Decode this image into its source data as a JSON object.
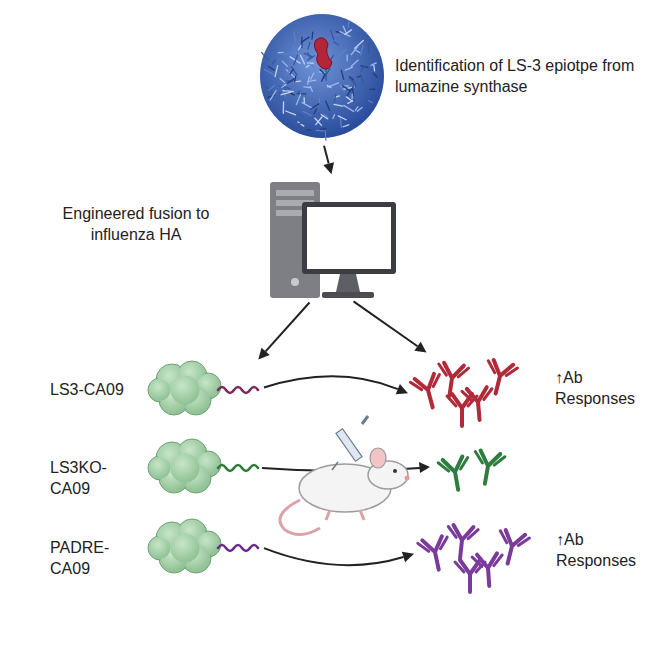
{
  "diagram": {
    "nodes": [
      {
        "text": [
          "Identification of LS-3 epiotpe from lumazine synthase"
        ]
      },
      {
        "text": [
          "Engineered fusion to influenza HA"
        ]
      },
      {
        "text": [
          "LS3-CA09"
        ]
      },
      {
        "text": [
          "↑Ab Responses"
        ]
      },
      {
        "text": [
          "LS3KO-CA09"
        ]
      },
      {
        "text": [
          "PADRE-CA09"
        ]
      },
      {
        "text": [
          "↑Ab Responses"
        ]
      }
    ],
    "edges": [
      {
        "from": 0,
        "to": 1,
        "arrow": "to"
      },
      {
        "from": 1,
        "to": 2,
        "arrow": "to"
      },
      {
        "from": 1,
        "to": 3,
        "arrow": "to"
      },
      {
        "from": 2,
        "to": 3,
        "arrow": "to"
      },
      {
        "from": 5,
        "to": 6,
        "arrow": "to"
      }
    ]
  }
}
